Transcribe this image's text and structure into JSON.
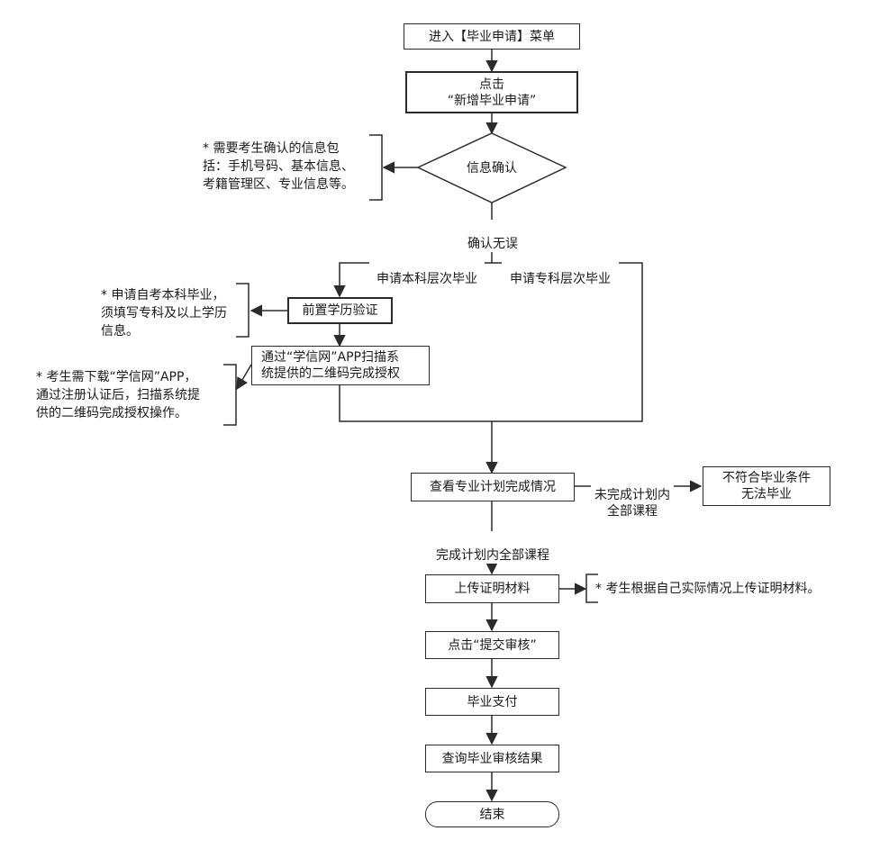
{
  "flow": {
    "enter_menu": "进入【毕业申请】菜单",
    "click_new": "点击\n“新增毕业申请”",
    "info_confirm": "信息确认",
    "confirm_ok": "确认无误",
    "apply_bachelor": "申请本科层次毕业",
    "apply_college": "申请专科层次毕业",
    "pre_verify": "前置学历验证",
    "app_scan": "通过“学信网”APP扫描系\n统提供的二维码完成授权",
    "check_plan": "查看专业计划完成情况",
    "not_complete": "未完成计划内\n全部课程",
    "not_eligible": "不符合毕业条件\n无法毕业",
    "complete": "完成计划内全部课程",
    "upload": "上传证明材料",
    "submit": "点击“提交审核”",
    "pay": "毕业支付",
    "query": "查询毕业审核结果",
    "end": "结束"
  },
  "notes": {
    "info_note": "* 需要考生确认的信息包\n括：手机号码、基本信息、\n考籍管理区、专业信息等。",
    "bachelor_note": "* 申请自考本科毕业，\n须填写专科及以上学历\n信息。",
    "app_note": "* 考生需下载“学信网”APP，\n通过注册认证后，扫描系统提\n供的二维码完成授权操作。",
    "upload_note": "* 考生根据自己实际情况上传证明材料。"
  },
  "colors": {
    "line": "#2b2b2b",
    "text": "#1a1a1a",
    "background": "#ffffff"
  }
}
